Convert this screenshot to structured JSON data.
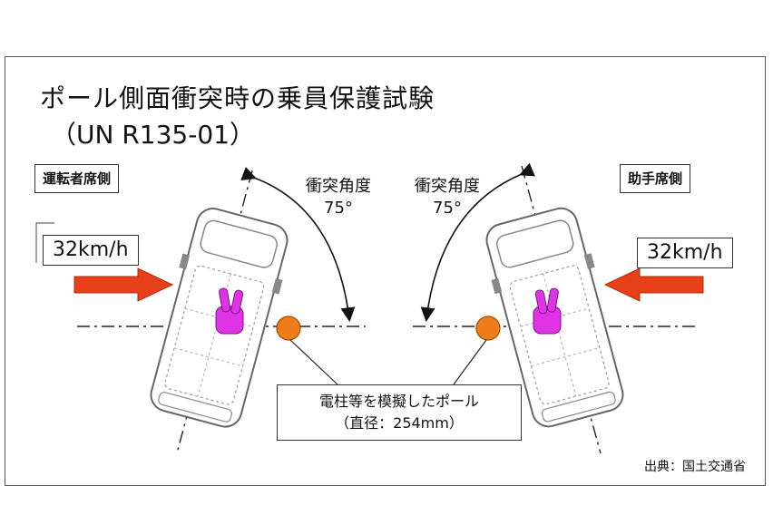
{
  "title": "ポール側面衝突時の乗員保護試験",
  "subtitle": "（UN R135-01）",
  "left_side": {
    "label": "運転者席側",
    "speed": "32km/h",
    "angle_label": "衝突角度",
    "angle_value": "75°"
  },
  "right_side": {
    "label": "助手席側",
    "speed": "32km/h",
    "angle_label": "衝突角度",
    "angle_value": "75°"
  },
  "pole": {
    "line1": "電柱等を模擬したポール",
    "line2": "（直径：254mm）"
  },
  "source": "出典：国土交通省",
  "colors": {
    "arrow": "#e8401a",
    "pole": "#f07d1a",
    "dummy": "#e033e6",
    "frame": "#555555"
  },
  "icons": {
    "vehicle": "car-top-view-icon",
    "pole": "pole-circle-icon",
    "arrow": "impact-arrow-icon",
    "dummy": "dummy-icon"
  }
}
